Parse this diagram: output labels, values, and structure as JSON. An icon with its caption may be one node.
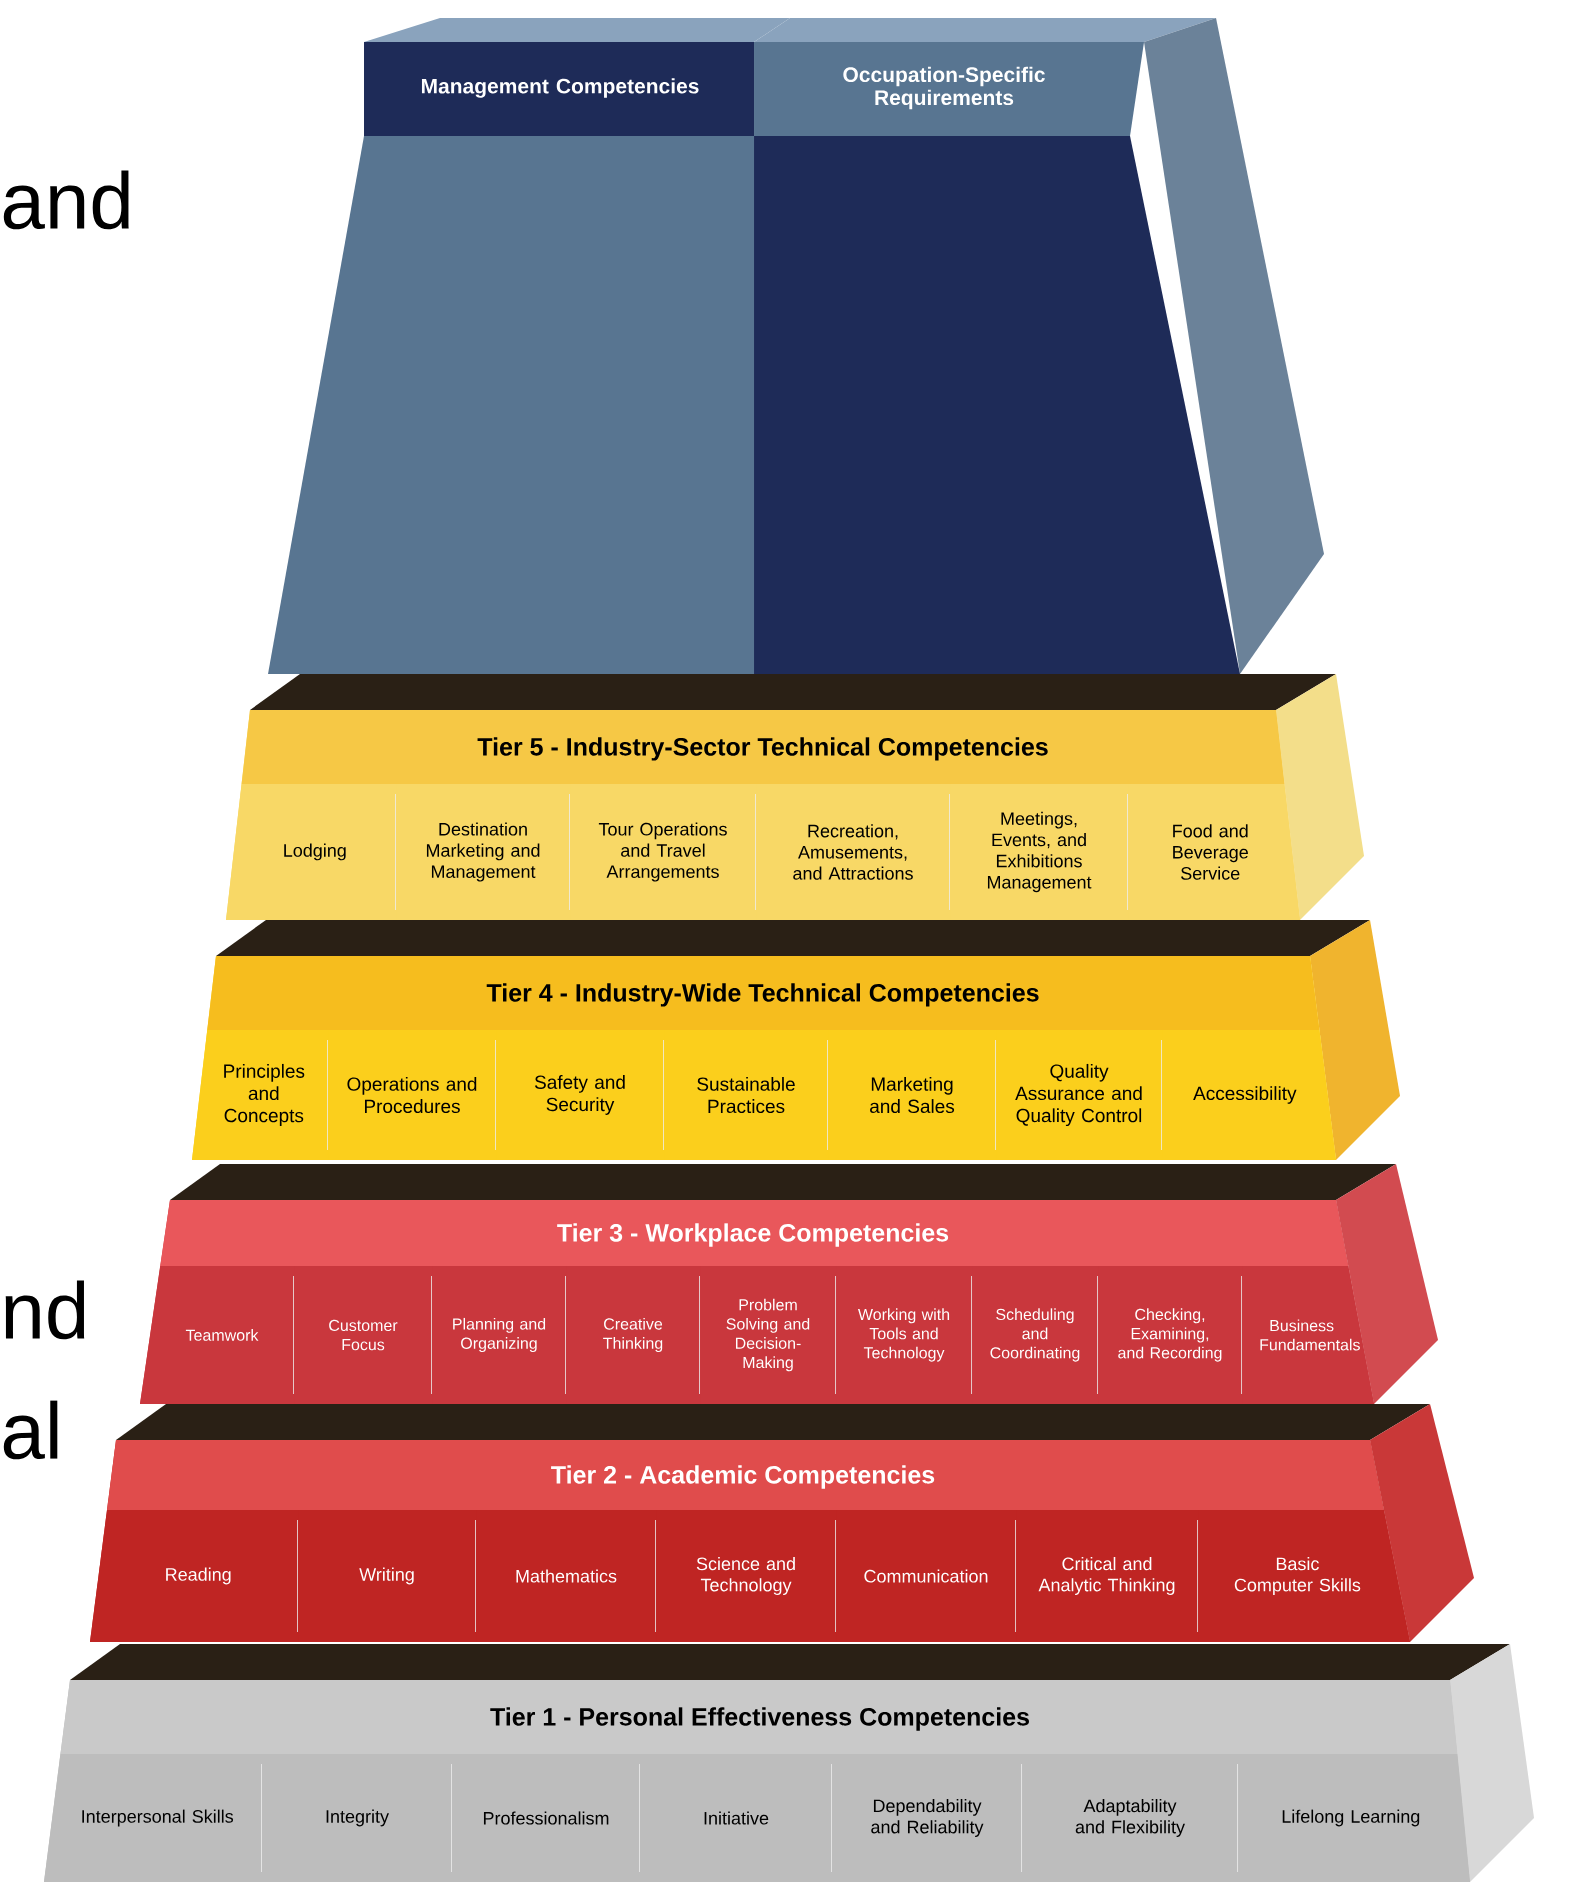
{
  "diagram": {
    "nodes": [
      {
        "text": [
          "Management Competencies"
        ]
      },
      {
        "text": [
          "Occupation-Specific Requirements"
        ]
      },
      {
        "text": [
          "Tier 5 - Industry-Sector Technical Competencies"
        ]
      },
      {
        "text": [
          "Lodging"
        ],
        "in": 2
      },
      {
        "text": [
          "Destination Marketing and Management"
        ],
        "in": 2
      },
      {
        "text": [
          "Tour Operations and Travel Arrangements"
        ],
        "in": 2
      },
      {
        "text": [
          "Recreation, Amusements, and Attractions"
        ],
        "in": 2
      },
      {
        "text": [
          "Meetings, Events, and Exhibitions Management"
        ],
        "in": 2
      },
      {
        "text": [
          "Food and Beverage Service"
        ],
        "in": 2
      },
      {
        "text": [
          "Tier 4 - Industry-Wide Technical Competencies"
        ]
      },
      {
        "text": [
          "Principles and Concepts"
        ],
        "in": 9
      },
      {
        "text": [
          "Operations and Procedures"
        ],
        "in": 9
      },
      {
        "text": [
          "Safety and Security"
        ],
        "in": 9
      },
      {
        "text": [
          "Sustainable Practices"
        ],
        "in": 9
      },
      {
        "text": [
          "Marketing and Sales"
        ],
        "in": 9
      },
      {
        "text": [
          "Quality Assurance and Quality Control"
        ],
        "in": 9
      },
      {
        "text": [
          "Accessibility"
        ],
        "in": 9
      },
      {
        "text": [
          "Tier 3 - Workplace Competencies"
        ]
      },
      {
        "text": [
          "Teamwork"
        ],
        "in": 17
      },
      {
        "text": [
          "Customer Focus"
        ],
        "in": 17
      },
      {
        "text": [
          "Planning and Organizing"
        ],
        "in": 17
      },
      {
        "text": [
          "Creative Thinking"
        ],
        "in": 17
      },
      {
        "text": [
          "Problem Solving and Decision-Making"
        ],
        "in": 17
      },
      {
        "text": [
          "Working with Tools and Technology"
        ],
        "in": 17
      },
      {
        "text": [
          "Scheduling and Coordinating"
        ],
        "in": 17
      },
      {
        "text": [
          "Checking, Examining, and Recording"
        ],
        "in": 17
      },
      {
        "text": [
          "Business Fundamentals"
        ],
        "in": 17
      },
      {
        "text": [
          "Tier 2 - Academic Competencies"
        ]
      },
      {
        "text": [
          "Reading"
        ],
        "in": 27
      },
      {
        "text": [
          "Writing"
        ],
        "in": 27
      },
      {
        "text": [
          "Mathematics"
        ],
        "in": 27
      },
      {
        "text": [
          "Science and Technology"
        ],
        "in": 27
      },
      {
        "text": [
          "Communication"
        ],
        "in": 27
      },
      {
        "text": [
          "Critical and Analytic Thinking"
        ],
        "in": 27
      },
      {
        "text": [
          "Basic Computer Skills"
        ],
        "in": 27
      },
      {
        "text": [
          "Tier 1 - Personal Effectiveness Competencies"
        ]
      },
      {
        "text": [
          "Interpersonal Skills"
        ],
        "in": 35
      },
      {
        "text": [
          "Integrity"
        ],
        "in": 35
      },
      {
        "text": [
          "Professionalism"
        ],
        "in": 35
      },
      {
        "text": [
          "Initiative"
        ],
        "in": 35
      },
      {
        "text": [
          "Dependability and Reliability"
        ],
        "in": 35
      },
      {
        "text": [
          "Adaptability and Flexibility"
        ],
        "in": 35
      },
      {
        "text": [
          "Lifelong Learning"
        ],
        "in": 35
      }
    ],
    "labels": [
      "and",
      "nd",
      "al"
    ]
  }
}
